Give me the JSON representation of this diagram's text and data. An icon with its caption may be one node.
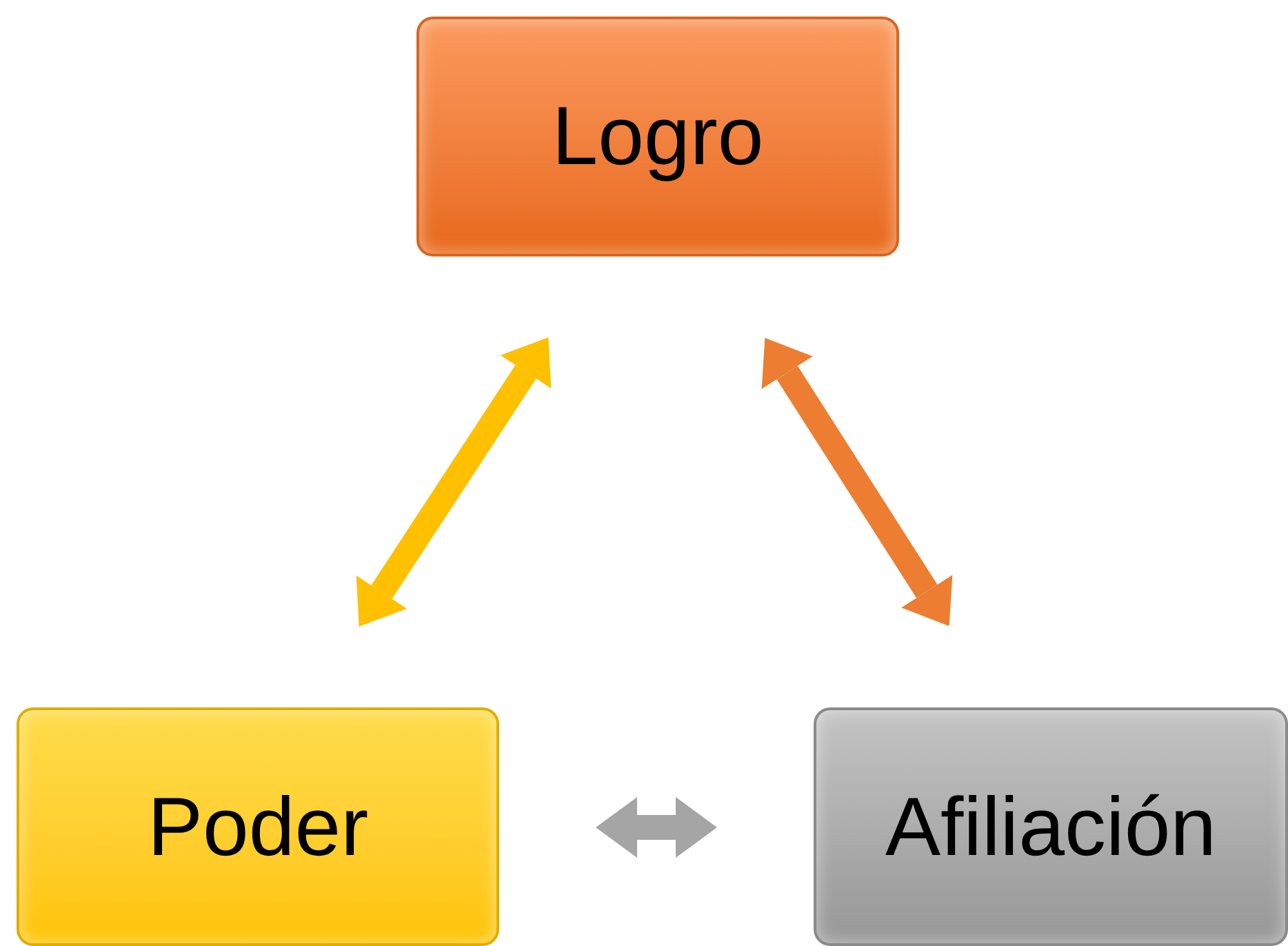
{
  "diagram": {
    "nodes": [
      {
        "text": [
          "Logro"
        ]
      },
      {
        "text": [
          "Poder"
        ]
      },
      {
        "text": [
          "Afiliación"
        ]
      }
    ],
    "edges": [
      {
        "from": 0,
        "to": 1,
        "arrow": "both",
        "color": "#ffc000"
      },
      {
        "from": 0,
        "to": 2,
        "arrow": "both",
        "color": "#ed7d31"
      },
      {
        "from": 1,
        "to": 2,
        "arrow": "both",
        "color": "#a5a5a5"
      }
    ]
  }
}
